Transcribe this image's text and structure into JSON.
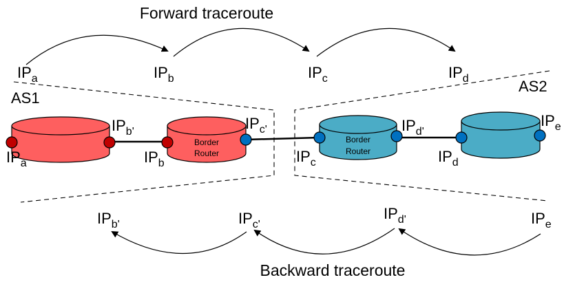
{
  "forward": {
    "title": "Forward traceroute",
    "hops": [
      {
        "base": "IP",
        "sub": "a"
      },
      {
        "base": "IP",
        "sub": "b"
      },
      {
        "base": "IP",
        "sub": "c"
      },
      {
        "base": "IP",
        "sub": "d"
      }
    ]
  },
  "backward": {
    "title": "Backward traceroute",
    "hops": [
      {
        "base": "IP",
        "sub": "b'"
      },
      {
        "base": "IP",
        "sub": "c'"
      },
      {
        "base": "IP",
        "sub": "d'"
      },
      {
        "base": "IP",
        "sub": "e"
      }
    ]
  },
  "as1": {
    "label": "AS1",
    "color": "#fe5f5f",
    "port_color": "#c00000",
    "router1": {
      "left": {
        "base": "IP",
        "sub": "a"
      },
      "right": {
        "base": "IP",
        "sub": "b'"
      }
    },
    "router2": {
      "line1": "Border",
      "line2": "Router",
      "left": {
        "base": "IP",
        "sub": "b"
      },
      "right": {
        "base": "IP",
        "sub": "c'"
      }
    }
  },
  "as2": {
    "label": "AS2",
    "color": "#4bacc6",
    "port_color": "#0070c0",
    "router1": {
      "line1": "Border",
      "line2": "Router",
      "left": {
        "base": "IP",
        "sub": "c"
      },
      "right": {
        "base": "IP",
        "sub": "d'"
      }
    },
    "router2": {
      "left": {
        "base": "IP",
        "sub": "d"
      },
      "right": {
        "base": "IP",
        "sub": "e"
      }
    }
  }
}
